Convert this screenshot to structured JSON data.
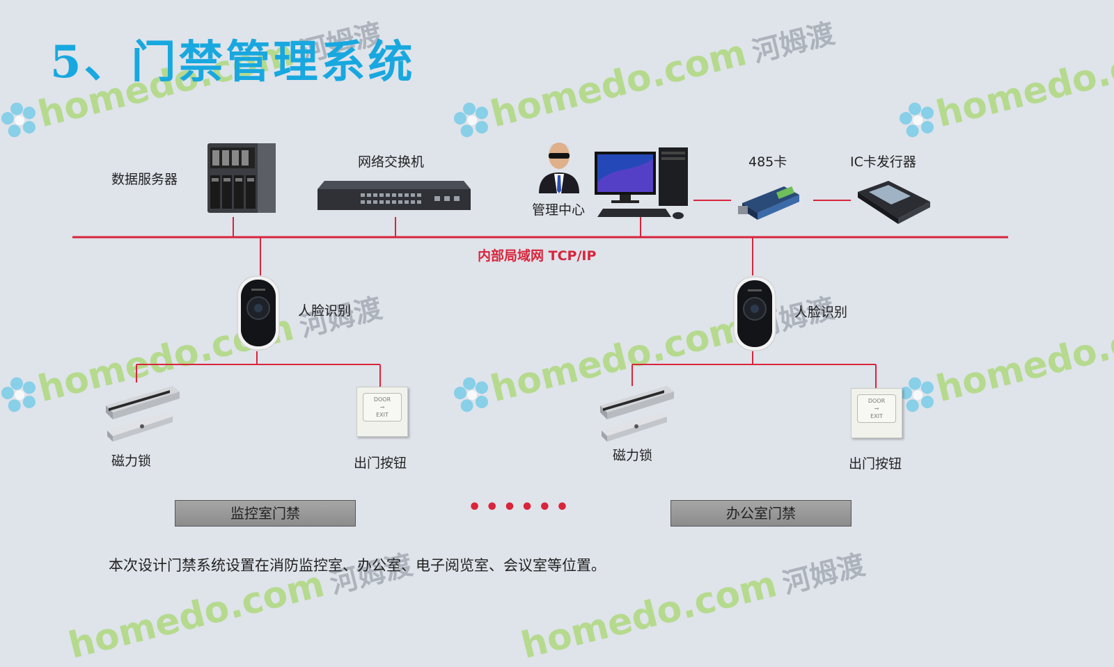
{
  "slide": {
    "title": "5、门禁管理系统",
    "network_label": "内部局域网 TCP/IP",
    "description": "本次设计门禁系统设置在消防监控室、办公室、电子阅览室、会议室等位置。",
    "ellipsis": "••••••"
  },
  "nodes": {
    "server": "数据服务器",
    "switch": "网络交换机",
    "management": "管理中心",
    "card485": "485卡",
    "ic_issuer": "IC卡发行器"
  },
  "zones": [
    {
      "name": "监控室门禁",
      "face": "人脸识别",
      "lock": "磁力锁",
      "exit": "出门按钮"
    },
    {
      "name": "办公室门禁",
      "face": "人脸识别",
      "lock": "磁力锁",
      "exit": "出门按钮"
    }
  ],
  "device_text": {
    "exit_top": "DOOR",
    "exit_bottom": "EXIT"
  },
  "watermark": {
    "brand": "homedo.com",
    "cn": "河姆渡"
  },
  "colors": {
    "title": "#18a8df",
    "network": "#d9243b",
    "background": "#dfe3ea",
    "watermark": "#a7d870"
  }
}
